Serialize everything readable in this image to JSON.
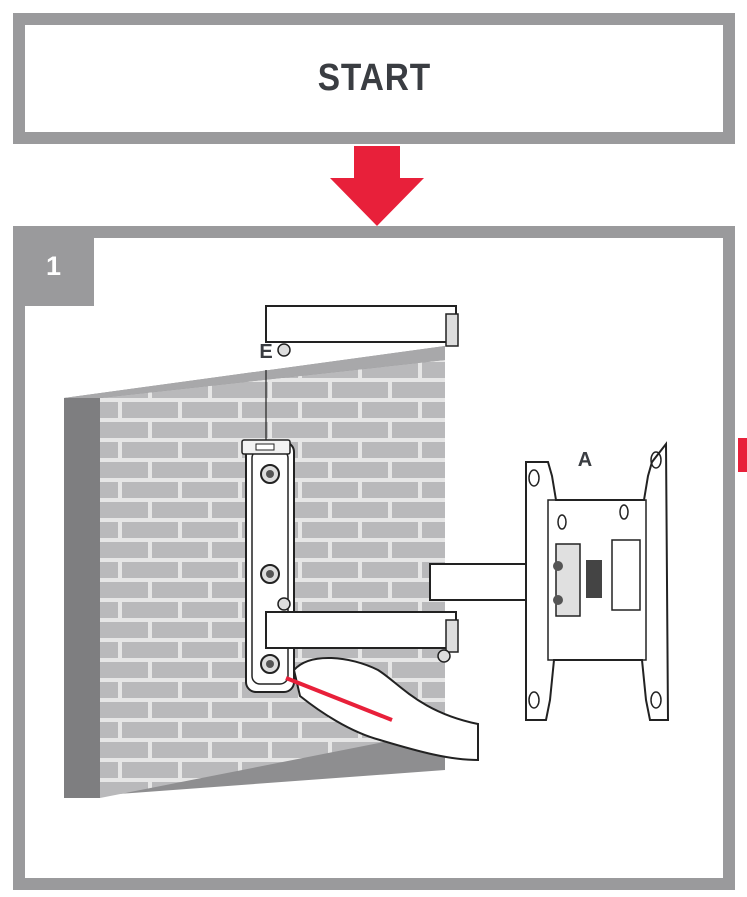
{
  "header": {
    "title": "START"
  },
  "step": {
    "number": "1"
  },
  "callouts": {
    "bracket": "E",
    "plate": "A"
  },
  "colors": {
    "accent": "#e8203a",
    "frame": "#9a9a9c",
    "text": "#3a3d42",
    "brick": "#b9b9bb",
    "mortar": "#e6e6e6"
  },
  "icons": {
    "flow_arrow": "down-arrow-icon"
  }
}
